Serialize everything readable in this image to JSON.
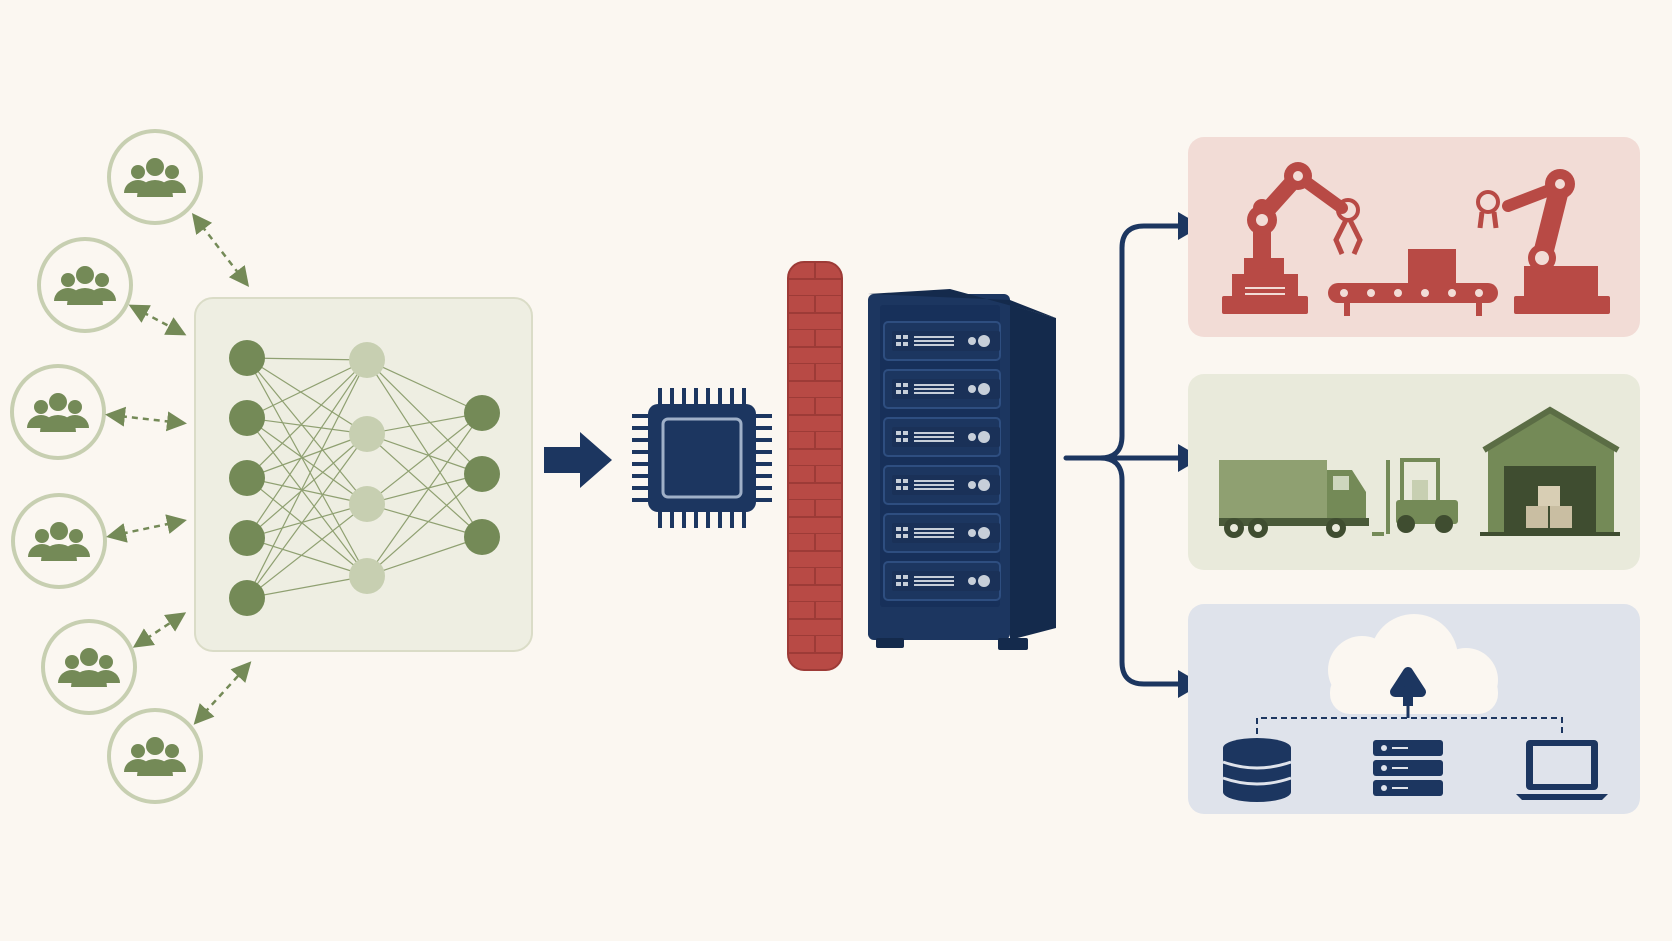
{
  "diagram": {
    "type": "architecture-flow",
    "stages": [
      {
        "id": "user-groups",
        "icon": "people-group-icon",
        "count": 6,
        "connection": "bidirectional-dashed"
      },
      {
        "id": "neural-network",
        "icon": "neural-network-icon",
        "layers": [
          5,
          4,
          3
        ]
      },
      {
        "id": "processor",
        "icon": "cpu-chip-icon"
      },
      {
        "id": "firewall",
        "icon": "brick-wall-icon"
      },
      {
        "id": "server-rack",
        "icon": "server-rack-icon",
        "units": 6
      }
    ],
    "outputs": [
      {
        "id": "manufacturing",
        "icons": [
          "robot-arm-icon",
          "conveyor-belt-icon",
          "robot-arm-icon"
        ],
        "panel_color": "#f2dcd6",
        "icon_color": "#b84a45"
      },
      {
        "id": "logistics",
        "icons": [
          "truck-icon",
          "forklift-icon",
          "warehouse-icon"
        ],
        "panel_color": "#e9eadb",
        "icon_color": "#748a57"
      },
      {
        "id": "cloud-data",
        "icons": [
          "cloud-icon",
          "database-icon",
          "server-icon",
          "laptop-icon"
        ],
        "panel_color": "#dfe3eb",
        "icon_color": "#1c3660"
      }
    ],
    "colors": {
      "background": "#fbf7f1",
      "green": "#748a57",
      "light_green": "#c7cfb1",
      "navy": "#1c3660",
      "red": "#b84a45"
    }
  }
}
